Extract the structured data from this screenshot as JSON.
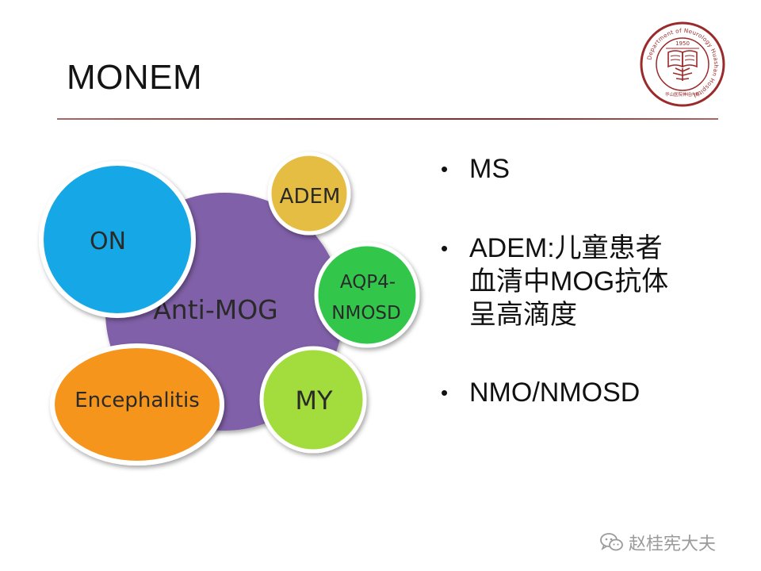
{
  "slide": {
    "title": "MONEM"
  },
  "logo": {
    "ring_text": "Department of Neurology Huashan Hospital",
    "year": "1950",
    "bottom_text": "华山医院神经内科",
    "color": "#9b2a2a"
  },
  "diagram": {
    "center": {
      "label": "Anti-MOG",
      "color": "#8060a8"
    },
    "nodes": [
      {
        "id": "on",
        "label_lines": [
          "ON"
        ],
        "color": "#19a8e6"
      },
      {
        "id": "adem",
        "label_lines": [
          "ADEM"
        ],
        "color": "#e4bd42"
      },
      {
        "id": "aqp4",
        "label_lines": [
          "AQP4-",
          "NMOSD"
        ],
        "color": "#33c64c"
      },
      {
        "id": "my",
        "label_lines": [
          "MY"
        ],
        "color": "#a2dc3c"
      },
      {
        "id": "encephalitis",
        "label_lines": [
          "Encephalitis"
        ],
        "color": "#f5951e"
      }
    ]
  },
  "bullets": {
    "symbol": "•",
    "items": [
      {
        "lines": [
          "MS"
        ]
      },
      {
        "lines": [
          "ADEM:儿童患者",
          "血清中MOG抗体",
          "呈高滴度"
        ]
      },
      {
        "lines": [
          "NMO/NMOSD"
        ]
      }
    ]
  },
  "watermark": {
    "icon": "wechat-icon",
    "text": "赵桂宪大夫"
  }
}
